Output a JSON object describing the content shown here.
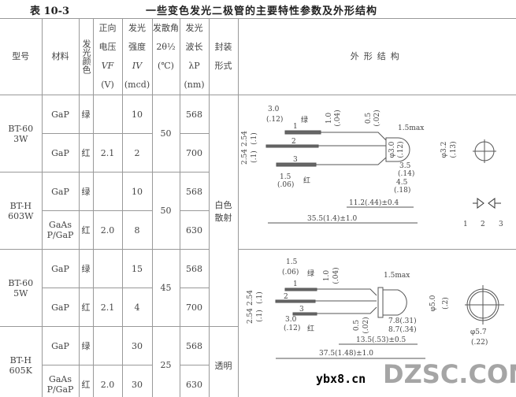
{
  "table_no": "表 10-3",
  "title": "一些变色发光二极管的主要特性参数及外形结构",
  "headers": {
    "model": "型号",
    "material": "材料",
    "color": "发光颜色",
    "vf": [
      "正向",
      "电压",
      "VF",
      "(V)"
    ],
    "iv": [
      "发光",
      "强度",
      "IV",
      "(mcd)"
    ],
    "angle": [
      "发散角",
      "2θ½",
      "(℃)"
    ],
    "wave": [
      "发光",
      "波长",
      "λP",
      "(nm)"
    ],
    "package": [
      "封装",
      "形式"
    ],
    "outline": "外形结构"
  },
  "groups": [
    {
      "model": "BT-603W",
      "angle": "50",
      "rows": [
        {
          "material": "GaP",
          "color": "绿",
          "iv": "10",
          "wave": "568"
        },
        {
          "material": "GaP",
          "color": "红",
          "vf": "2.1",
          "iv": "2",
          "wave": "700"
        }
      ]
    },
    {
      "model": "BT-H603W",
      "angle": "50",
      "rows": [
        {
          "material": "GaP",
          "color": "绿",
          "iv": "10",
          "wave": "568"
        },
        {
          "material": "GaAsP/GaP",
          "color": "红",
          "vf": "2.0",
          "iv": "8",
          "wave": "630"
        }
      ]
    },
    {
      "model": "BT-605W",
      "angle": "45",
      "rows": [
        {
          "material": "GaP",
          "color": "绿",
          "iv": "15",
          "wave": "568"
        },
        {
          "material": "GaP",
          "color": "红",
          "vf": "2.1",
          "iv": "4",
          "wave": "700"
        }
      ]
    },
    {
      "model": "BT-H605K",
      "angle": "25",
      "rows": [
        {
          "material": "GaP",
          "color": "绿",
          "iv": "30",
          "wave": "568"
        },
        {
          "material": "GaAsP/GaP",
          "color": "红",
          "vf": "2.0",
          "iv": "30",
          "wave": "630"
        }
      ]
    }
  ],
  "package_1": "白色散射",
  "package_2": "透明",
  "drawing1": {
    "dims": [
      "3.0",
      "(.12)",
      "1.0",
      "(.04)",
      "0.5",
      "(.02)",
      "1.5max",
      "2.54",
      "(.1)",
      "2.54",
      "(.1)",
      "1.5",
      "(.06)",
      "3.5",
      "(.14)",
      "4.5",
      "(.18)",
      "11.2(.44)±0.4",
      "35.5(1.4)±1.0",
      "φ3.0",
      "(.12)",
      "φ3.2",
      "(.13)"
    ],
    "labels": [
      "绿",
      "红",
      "1",
      "2",
      "3"
    ],
    "pins": [
      "1",
      "2",
      "3"
    ]
  },
  "drawing2": {
    "dims": [
      "1.5",
      "(.06)",
      "1.0",
      "(.04)",
      "1.5max",
      "2.54",
      "2.54",
      "(.1)",
      "(.1)",
      "3.0",
      "(.12)",
      "0.5",
      "(.02)",
      "7.8(.31)",
      "8.7(.34)",
      "13.5(.53)±0.5",
      "37.5(1.48)±1.0",
      "φ5.0",
      "(.2)",
      "φ5.7",
      "(.22)"
    ],
    "labels": [
      "绿",
      "红",
      "1",
      "2",
      "3"
    ]
  },
  "watermark": {
    "big": "DZSC.COM",
    "small": "ybx8.cn"
  }
}
